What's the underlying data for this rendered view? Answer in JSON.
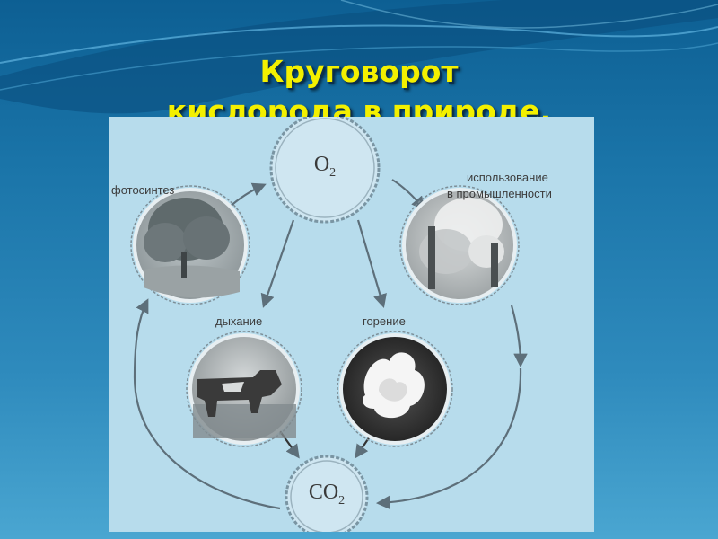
{
  "slide": {
    "title_line1": "Круговорот",
    "title_line2": "кислорода в природе."
  },
  "diagram": {
    "o2": {
      "formula": "O",
      "subscript": "2"
    },
    "co2": {
      "formula": "CO",
      "subscript": "2"
    },
    "photosynthesis": "фотосинтез",
    "industry_line1": "использование",
    "industry_line2": "в промышленности",
    "respiration": "дыхание",
    "combustion": "горение"
  },
  "colors": {
    "title": "#f3f000",
    "background_top": "#0d5f93",
    "background_bottom": "#4aa6d1",
    "panel": "#b7dcec",
    "circle_fill": "#cfe6f1",
    "circle_stroke": "#6f8fa0",
    "arrow": "#5d6f7a"
  },
  "icons": {
    "photosynthesis": "tree-photo",
    "industry": "factory-smoke-photo",
    "respiration": "cow-photo",
    "combustion": "fire-photo"
  }
}
